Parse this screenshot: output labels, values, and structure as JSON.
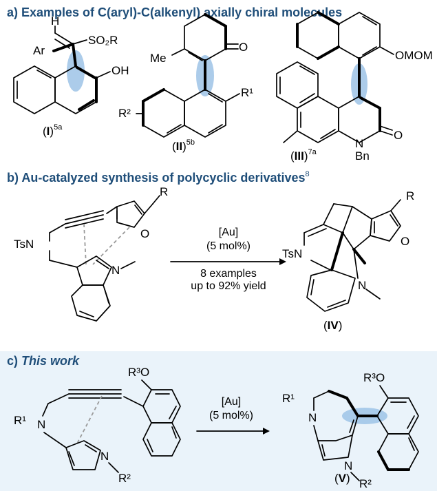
{
  "section_a": {
    "title": "a) Examples of C(aryl)-C(alkenyl) axially chiral molecules",
    "mol_I": {
      "name": "I",
      "ref": "5a",
      "atoms": {
        "h": "H",
        "ar": "Ar",
        "so2r": "SO₂R",
        "oh": "OH"
      }
    },
    "mol_II": {
      "name": "II",
      "ref": "5b",
      "atoms": {
        "me": "Me",
        "o": "O",
        "r1": "R¹",
        "r2": "R²"
      }
    },
    "mol_III": {
      "name": "III",
      "ref": "7a",
      "atoms": {
        "omom": "OMOM",
        "n": "N",
        "bn": "Bn",
        "o": "O"
      }
    }
  },
  "section_b": {
    "title": "b) Au-catalyzed synthesis of polycyclic derivatives",
    "title_ref": "8",
    "reactant_atoms": {
      "r": "R",
      "o": "O",
      "tsn": "TsN",
      "n": "N"
    },
    "reagent": "[Au]",
    "loading": "(5 mol%)",
    "examples": "8 examples",
    "yield": "up to 92% yield",
    "product": {
      "name": "IV",
      "atoms": {
        "r": "R",
        "o": "O",
        "tsn": "TsN",
        "n": "N"
      }
    }
  },
  "section_c": {
    "title_prefix": "c) ",
    "title_italic": "This work",
    "reactant_atoms": {
      "r3o": "R³O",
      "r1": "R¹",
      "n": "N",
      "n2": "N",
      "r2": "R²"
    },
    "reagent": "[Au]",
    "loading": "(5 mol%)",
    "product": {
      "name": "V",
      "atoms": {
        "r1": "R¹",
        "n": "N",
        "r3o": "R³O",
        "n2": "N",
        "r2": "R²"
      }
    },
    "panel_color": "#eaf3fa"
  }
}
